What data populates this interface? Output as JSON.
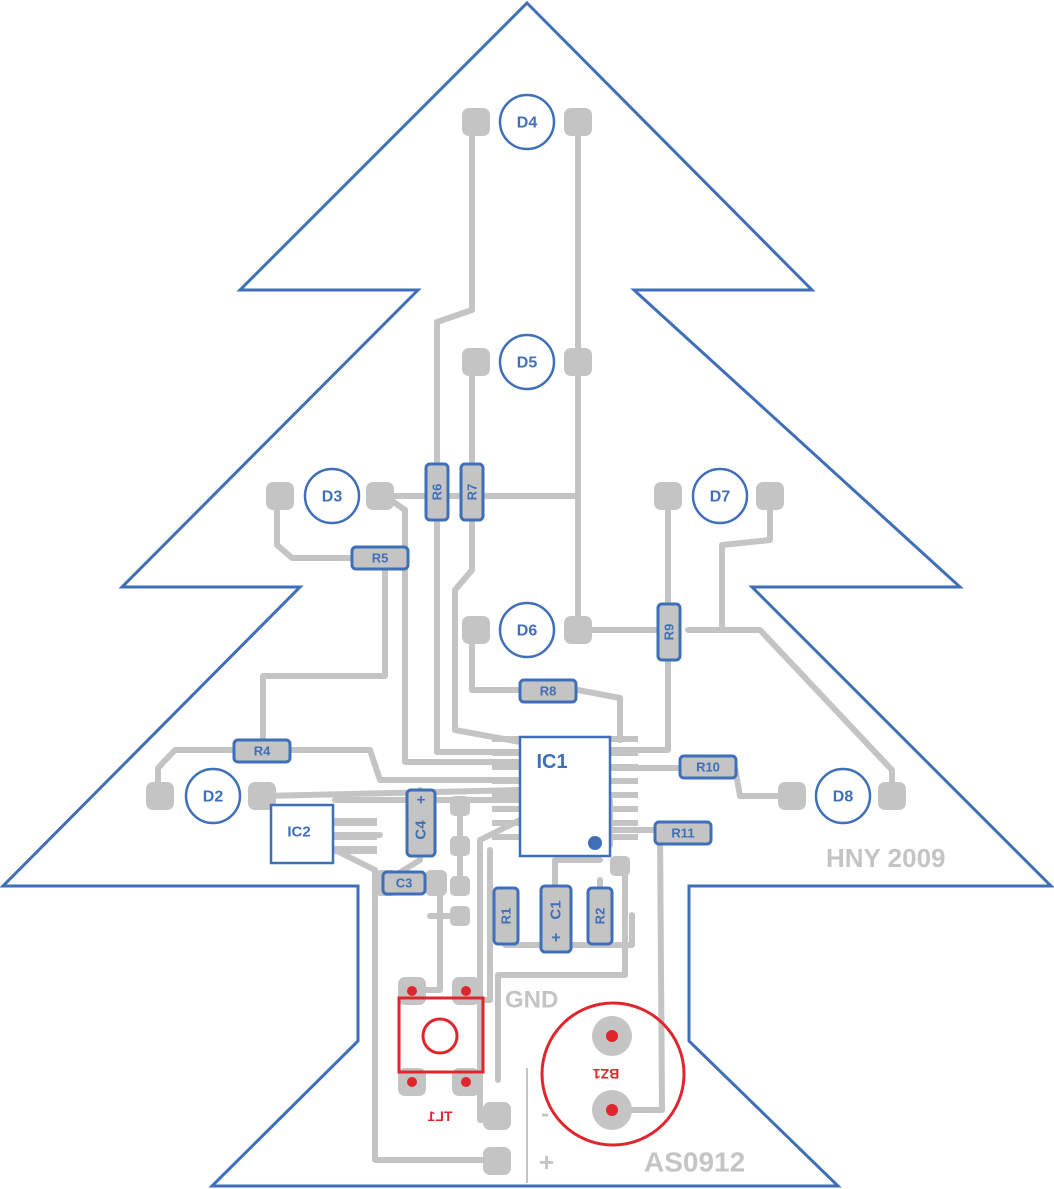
{
  "leds": [
    {
      "ref": "D4"
    },
    {
      "ref": "D5"
    },
    {
      "ref": "D3"
    },
    {
      "ref": "D7"
    },
    {
      "ref": "D6"
    },
    {
      "ref": "D2"
    },
    {
      "ref": "D8"
    }
  ],
  "resistors": [
    {
      "ref": "R6"
    },
    {
      "ref": "R7"
    },
    {
      "ref": "R5"
    },
    {
      "ref": "R9"
    },
    {
      "ref": "R8"
    },
    {
      "ref": "R4"
    },
    {
      "ref": "R10"
    },
    {
      "ref": "R11"
    },
    {
      "ref": "R1"
    },
    {
      "ref": "R2"
    }
  ],
  "capacitors": [
    {
      "ref": "C4",
      "polarity": "+"
    },
    {
      "ref": "C3"
    },
    {
      "ref": "C1",
      "polarity": "+"
    }
  ],
  "ics": [
    {
      "ref": "IC1"
    },
    {
      "ref": "IC2"
    }
  ],
  "silkscreen": {
    "greeting": "HNY 2009",
    "gnd": "GND",
    "minus": "-",
    "plus": "+",
    "board_code": "AS0912"
  },
  "bottom_parts": {
    "switch": "TL1",
    "buzzer": "BZ1"
  },
  "colors": {
    "outline": "#3f6fb8",
    "copper": "#c4c4c4",
    "bottom_layer": "#e0262d"
  }
}
